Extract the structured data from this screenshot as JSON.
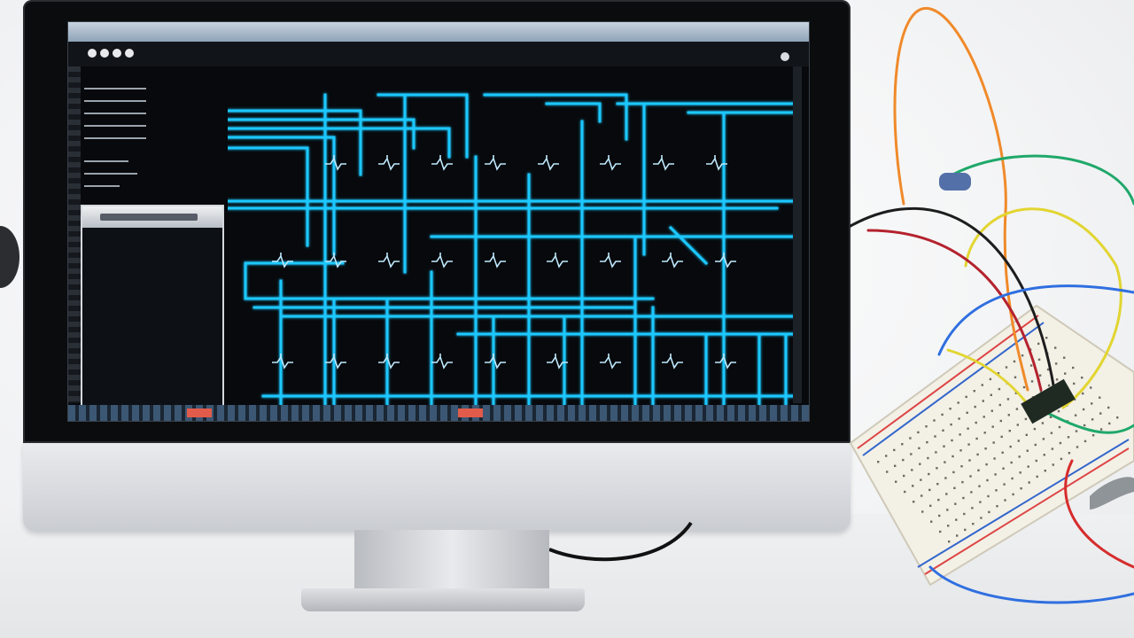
{
  "scene": {
    "description_tags": [
      "monitor-icon",
      "circuit-schematic",
      "breadboard",
      "jumper-wires"
    ]
  },
  "colors": {
    "trace": "#1ec8ff",
    "trace_glow": "#0a6fb0",
    "screen_bg": "#07090c",
    "wire_orange": "#f08a2a",
    "wire_green": "#1fa86a",
    "wire_yellow": "#e2d531",
    "wire_red": "#d62c2c",
    "wire_blue": "#2f6fe0",
    "wire_black": "#1d1d1d",
    "breadboard": "#f3f0e6"
  }
}
